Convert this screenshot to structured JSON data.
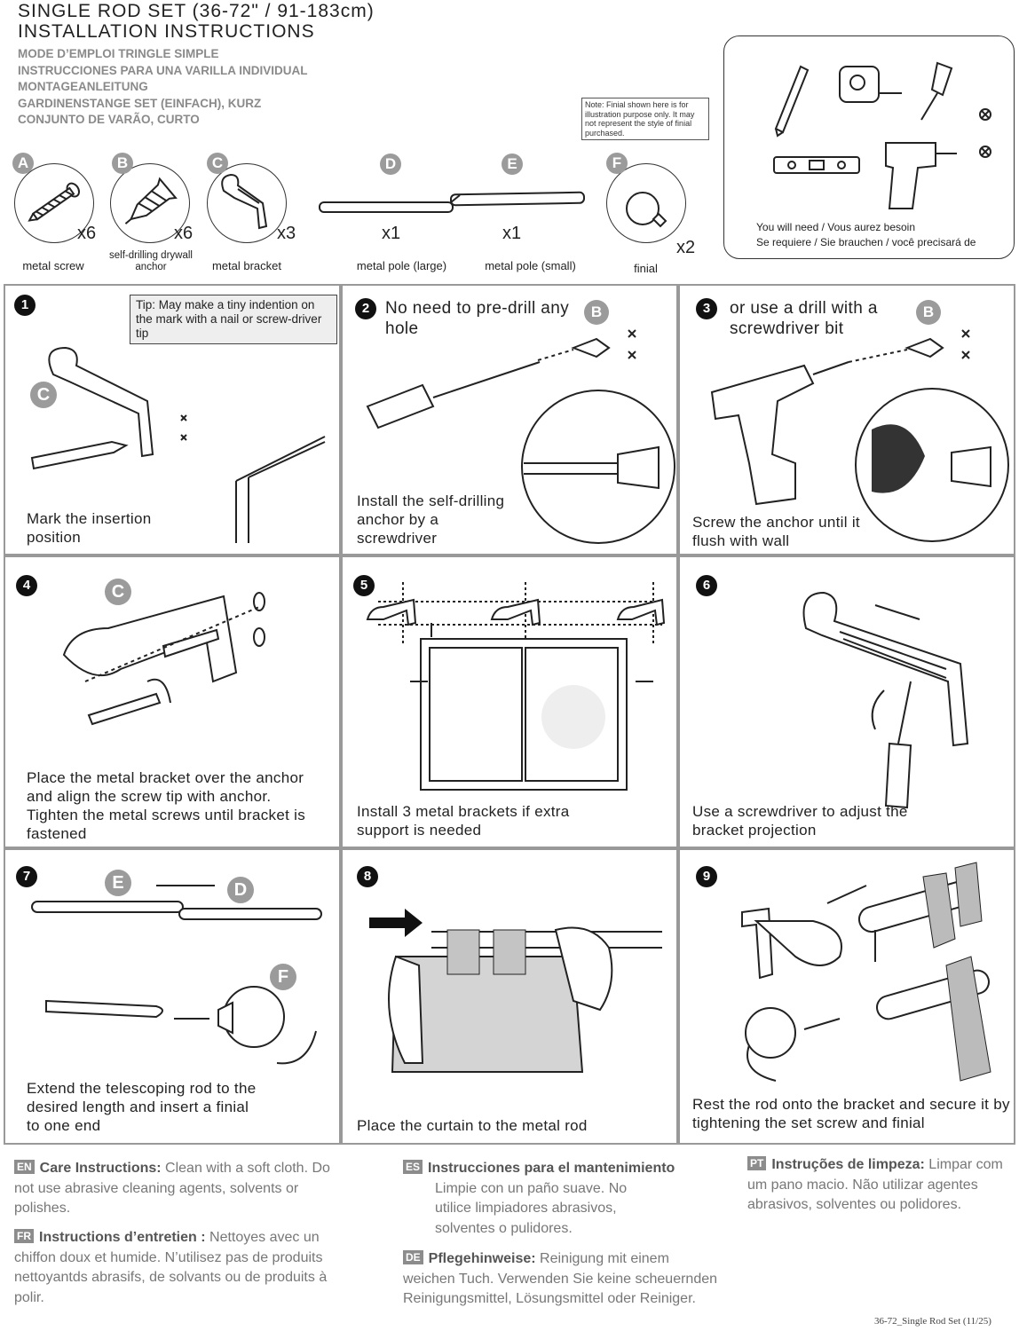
{
  "header": {
    "title_line1": "SINGLE ROD SET (36-72\" / 91-183cm)",
    "title_line2": "INSTALLATION INSTRUCTIONS",
    "translations": [
      "MODE D’EMPLOI TRINGLE SIMPLE",
      "INSTRUCCIONES PARA UNA VARILLA INDIVIDUAL",
      "MONTAGEANLEITUNG",
      "GARDINENSTANGE SET (EINFACH), KURZ",
      "CONJUNTO DE VARÃO, CURTO"
    ],
    "note": "Note: Finial shown here is for illustration purpose only. It may not represent the style of finial purchased."
  },
  "parts": [
    {
      "letter": "A",
      "qty": "x6",
      "label": "metal screw"
    },
    {
      "letter": "B",
      "qty": "x6",
      "label": "self-drilling drywall anchor"
    },
    {
      "letter": "C",
      "qty": "x3",
      "label": "metal bracket"
    },
    {
      "letter": "D",
      "qty": "x1",
      "label": "metal pole (large)"
    },
    {
      "letter": "E",
      "qty": "x1",
      "label": "metal pole (small)"
    },
    {
      "letter": "F",
      "qty": "x2",
      "label": "finial"
    }
  ],
  "tools": {
    "line1": "You will need / Vous aurez besoin",
    "line2": "Se requiere / Sie brauchen / você precisará de",
    "icons": [
      "pencil-icon",
      "tape-measure-icon",
      "screwdriver-icon",
      "level-icon",
      "drill-icon"
    ]
  },
  "steps": [
    {
      "num": "1",
      "tip": "Tip: May make a tiny indention on the mark with a nail or screw-driver tip",
      "caption": "Mark the insertion position",
      "tag": "C"
    },
    {
      "num": "2",
      "header": "No need to pre-drill any hole",
      "tag": "B",
      "caption": "Install the self-drilling anchor by a screwdriver"
    },
    {
      "num": "3",
      "header": "or use a drill with a screwdriver bit",
      "tag": "B",
      "caption": "Screw the anchor until it flush with wall"
    },
    {
      "num": "4",
      "tag": "C",
      "caption": "Place the metal bracket over the anchor and align the screw tip with anchor. Tighten the metal screws until bracket is fastened"
    },
    {
      "num": "5",
      "caption": "Install 3 metal brackets if extra support is needed"
    },
    {
      "num": "6",
      "caption": "Use a screwdriver to adjust the bracket projection"
    },
    {
      "num": "7",
      "tag1": "E",
      "tag2": "D",
      "tag3": "F",
      "caption": "Extend the telescoping rod to the desired length and insert a finial to one end"
    },
    {
      "num": "8",
      "caption": "Place the curtain to the metal rod"
    },
    {
      "num": "9",
      "caption": "Rest the rod onto the bracket and secure it by tightening the set screw and finial"
    }
  ],
  "care": {
    "en": {
      "code": "EN",
      "title": "Care Instructions:",
      "text": " Clean with a soft cloth. Do not use abrasive cleaning agents, solvents or polishes."
    },
    "fr": {
      "code": "FR",
      "title": "Instructions d’entretien :",
      "text": " Nettoyes avec un chiffon doux et humide. N’utilisez pas de produits nettoyantds abrasifs, de solvants ou de produits à polir."
    },
    "es": {
      "code": "ES",
      "title": "Instrucciones para el mantenimiento",
      "text": "Limpie con un paño suave. No utilice limpiadores abrasivos, solventes o pulidores."
    },
    "de": {
      "code": "DE",
      "title": "Pflegehinweise:",
      "text": " Reinigung mit einem weichen Tuch. Verwenden Sie keine scheuernden Reinigungsmittel, Lösungsmittel oder Reiniger."
    },
    "pt": {
      "code": "PT",
      "title": "Instruções de limpeza:",
      "text": " Limpar com um pano macio. Não utilizar agentes abrasivos, solventes ou polidores."
    }
  },
  "footer": "36-72_Single Rod Set (11/25)"
}
